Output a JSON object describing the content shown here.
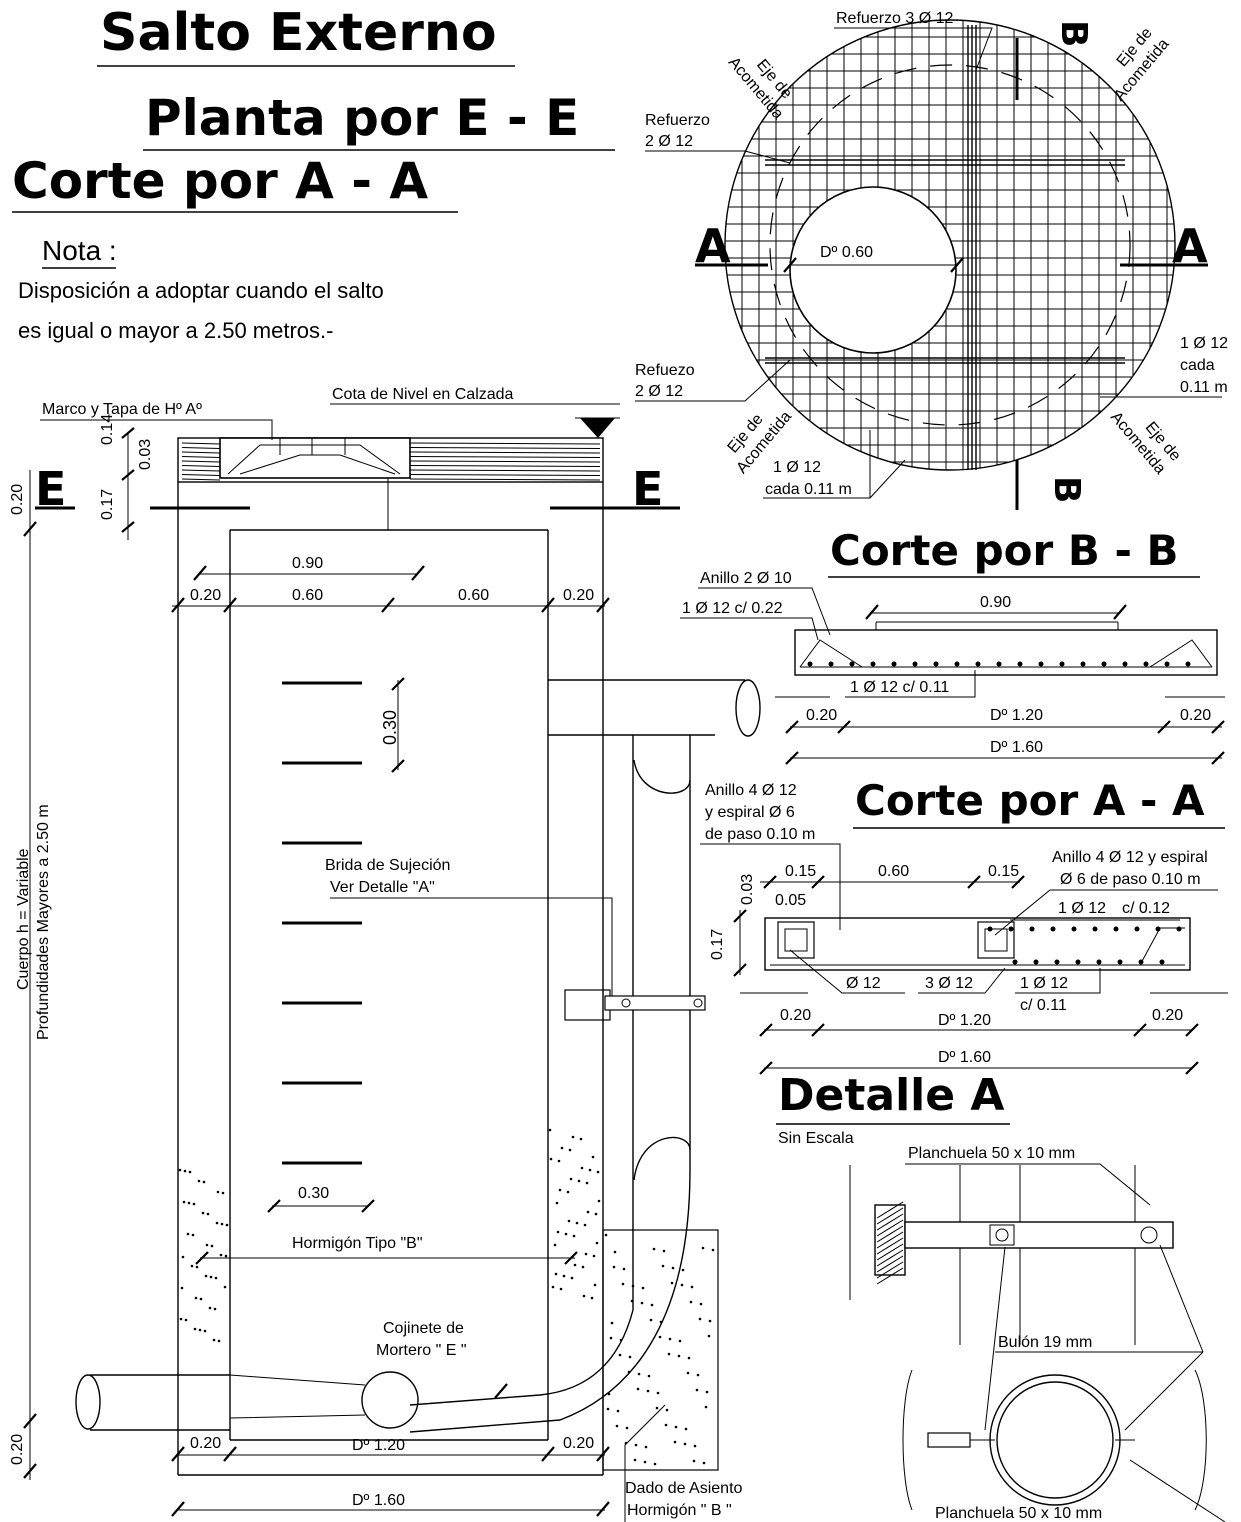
{
  "titles": {
    "salto_externo": "Salto Externo",
    "planta_e_e": "Planta por E - E",
    "corte_a_a_main": "Corte por A - A",
    "corte_b_b": "Corte por B - B",
    "corte_a_a_small": "Corte por A - A",
    "detalle_a": "Detalle A",
    "sin_escala": "Sin Escala"
  },
  "nota": {
    "heading": "Nota :",
    "line1": "Disposición a adoptar cuando el salto",
    "line2": "es igual o mayor a 2.50 metros.-"
  },
  "section_markers": {
    "a": "A",
    "b": "B",
    "e": "E"
  },
  "plan": {
    "refuerzo_top": "Refuerzo 3 Ø 12",
    "refuerzo_left_top_1": "Refuerzo",
    "refuerzo_left_top_2": "2 Ø 12",
    "refuerzo_left_bot_1": "Refuezo",
    "refuerzo_left_bot_2": "2 Ø 12",
    "eje_de": "Eje de",
    "acometida": "Acometida",
    "diameter": "Dº 0.60",
    "bar_right_1": "1 Ø 12",
    "bar_right_2": "cada",
    "bar_right_3": "0.11 m",
    "bar_bottom_1": "1 Ø 12",
    "bar_bottom_2": "cada 0.11 m"
  },
  "section": {
    "marco_tapa": "Marco y Tapa de Hº Aº",
    "cota_nivel": "Cota de Nivel en Calzada",
    "d014": "0.14",
    "d003": "0.03",
    "d017": "0.17",
    "d020_top": "0.20",
    "d090": "0.90",
    "d020_l": "0.20",
    "d060_l": "0.60",
    "d060_r": "0.60",
    "d020_r": "0.20",
    "step_spacing": "0.30",
    "step_width": "0.30",
    "brida_1": "Brida de Sujeción",
    "brida_2": "Ver Detalle \"A\"",
    "hormigon_b": "Hormigón Tipo \"B\"",
    "cojinete_1": "Cojinete de",
    "cojinete_2": "Mortero \" E \"",
    "dado_1": "Dado de Asiento",
    "dado_2": "Hormigón \" B \"",
    "cuerpo": "Cuerpo h = Variable",
    "profundidades": "Profundidades Mayores a 2.50 m",
    "bot_020_side": "0.20",
    "bot_020_l": "0.20",
    "bot_d120": "Dº 1.20",
    "bot_020_r": "0.20",
    "bot_d160": "Dº 1.60"
  },
  "corte_bb": {
    "anillo": "Anillo 2 Ø 10",
    "bar_top": "1 Ø 12 c/ 0.22",
    "d090": "0.90",
    "bar_bottom": "1 Ø 12 c/ 0.11",
    "d020_l": "0.20",
    "d120": "Dº 1.20",
    "d020_r": "0.20",
    "d160": "Dº 1.60"
  },
  "corte_aa": {
    "anillo_l_1": "Anillo 4 Ø 12",
    "anillo_l_2": "y espiral Ø 6",
    "anillo_l_3": "de paso 0.10 m",
    "anillo_r_1": "Anillo 4 Ø 12 y espiral",
    "anillo_r_2": "Ø 6 de paso 0.10 m",
    "d015_l": "0.15",
    "d060": "0.60",
    "d015_r": "0.15",
    "d003": "0.03",
    "d005": "0.05",
    "d017": "0.17",
    "bar_top": "1 Ø 12",
    "bar_top_c": "c/ 0.12",
    "phi12": "Ø 12",
    "three_phi12": "3 Ø 12",
    "bar_bottom_1": "1 Ø 12",
    "bar_bottom_2": "c/ 0.11",
    "d020_l": "0.20",
    "d120": "Dº 1.20",
    "d020_r": "0.20",
    "d160": "Dº 1.60"
  },
  "detalle": {
    "planchuela_top": "Planchuela 50 x 10 mm",
    "bulon": "Bulón 19 mm",
    "planchuela_bottom": "Planchuela 50 x 10 mm"
  }
}
